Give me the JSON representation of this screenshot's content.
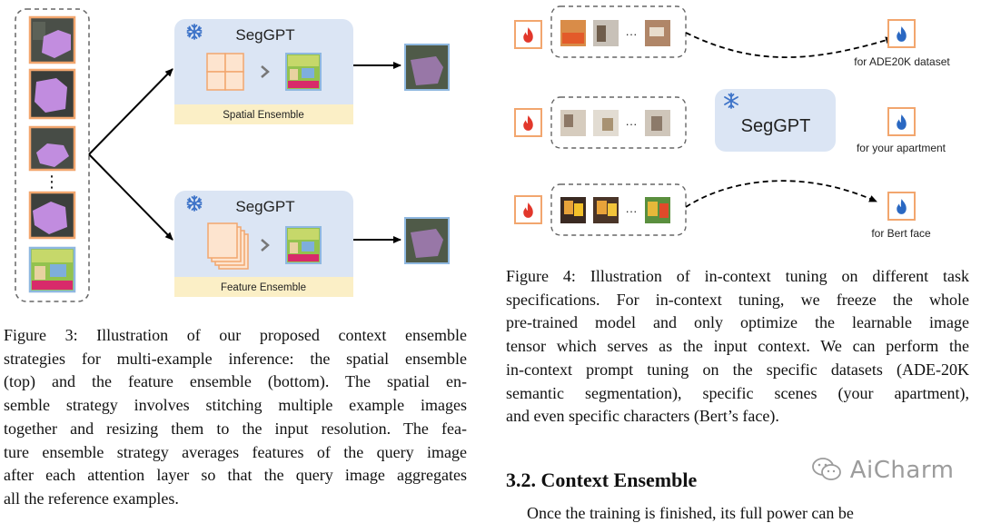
{
  "figure3": {
    "model_label_top": "SegGPT",
    "model_label_bottom": "SegGPT",
    "spatial_label": "Spatial  Ensemble",
    "feature_label": "Feature Ensemble",
    "ellipsis": "⋮",
    "caption_lines": [
      "Figure 3: Illustration of our proposed context ensemble",
      "strategies for multi-example inference: the spatial ensemble",
      "(top) and the feature ensemble (bottom).  The spatial en-",
      "semble strategy involves stitching multiple example images",
      "together and resizing them to the input resolution. The fea-",
      "ture ensemble strategy averages features of the query image",
      "after each attention layer so that the query image aggregates",
      "all the reference examples."
    ]
  },
  "figure4": {
    "model_label": "SegGPT",
    "ellipsis": "···",
    "targets": [
      {
        "label": "for ADE20K dataset"
      },
      {
        "label": "for your apartment"
      },
      {
        "label": "for Bert face"
      }
    ],
    "caption_lines": [
      "Figure 4: Illustration of in-context tuning on different task",
      "specifications. For in-context tuning, we freeze the whole",
      "pre-trained model and only optimize the learnable image",
      "tensor which serves as the input context. We can perform the",
      "in-context prompt tuning on the specific datasets (ADE-20K",
      "semantic segmentation), specific scenes (your apartment),",
      "and even specific characters (Bert’s face)."
    ]
  },
  "section": {
    "heading": "3.2. Context Ensemble",
    "cutoff_text": "Once the training is finished, its full power can be"
  },
  "watermark": "AiCharm",
  "colors": {
    "panel_blue": "#dbe5f4",
    "label_yellow": "#fbefc6",
    "orange_border": "#f2a66e",
    "flame_red": "#e2372b",
    "flame_blue": "#2a68c2",
    "snowflake": "#3d73c8"
  }
}
